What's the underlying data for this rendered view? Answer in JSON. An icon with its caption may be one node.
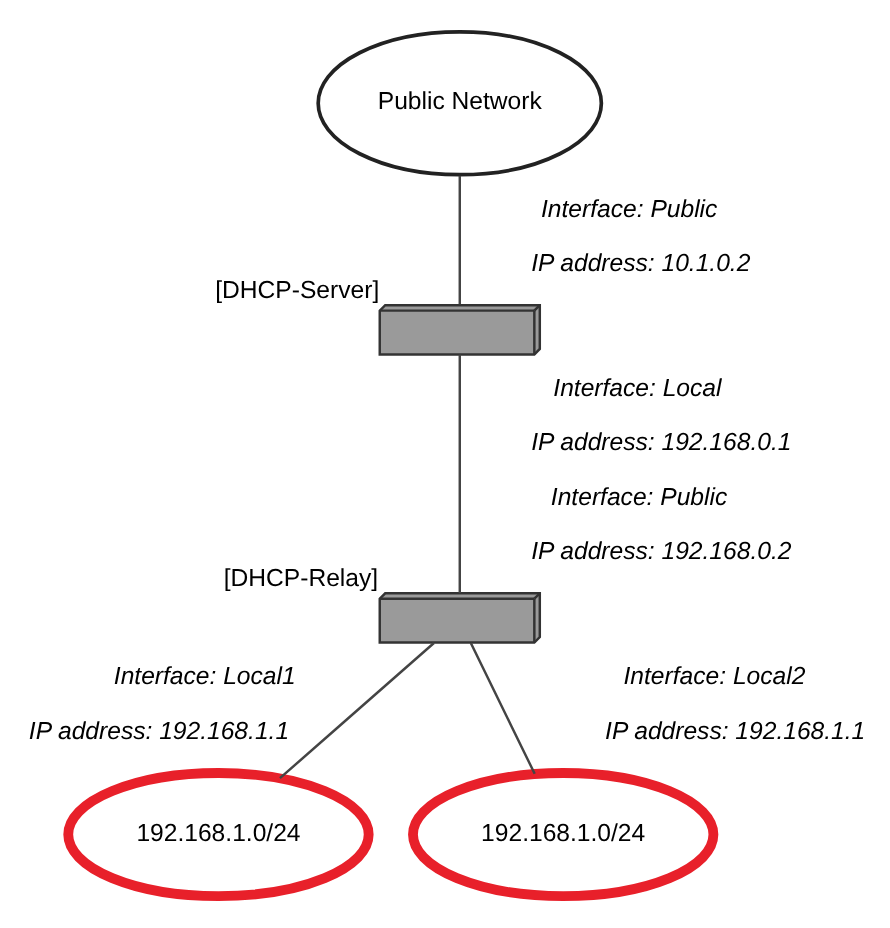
{
  "diagram": {
    "nodes": [
      {
        "text": [
          "Public Network"
        ]
      },
      {
        "text": [],
        "shape": "picture",
        "beside": [
          "[DHCP-Server]"
        ]
      },
      {
        "text": [],
        "shape": "picture",
        "beside": [
          "[DHCP-Relay]"
        ]
      },
      {
        "text": [
          "192.168.1.0/24"
        ]
      },
      {
        "text": [
          "192.168.1.0/24"
        ]
      }
    ],
    "edges": [
      {
        "from": 0,
        "to": 1,
        "arrow": "none"
      },
      {
        "from": 1,
        "to": 2,
        "arrow": "none"
      },
      {
        "from": 2,
        "to": 3,
        "arrow": "none"
      },
      {
        "from": 2,
        "to": 4,
        "arrow": "none"
      }
    ],
    "labels": [
      "Interface: Public",
      "IP address: 10.1.0.2",
      "Interface: Local",
      "IP address: 192.168.0.1",
      "Interface: Public",
      "IP address: 192.168.0.2",
      "Interface: Local1",
      "IP address: 192.168.1.1",
      "Interface: Local2",
      "IP address: 192.168.1.1"
    ]
  }
}
